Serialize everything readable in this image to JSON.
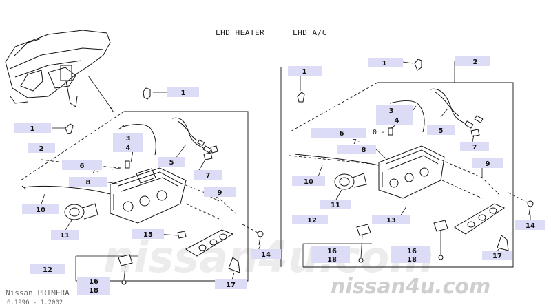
{
  "header": {
    "title_heater": "LHD HEATER",
    "title_ac": "LHD A/C"
  },
  "footer": {
    "model": "Nissan PRIMERA",
    "dates": "6.1996 - 1.2002"
  },
  "watermark": {
    "text": "nissan4u.com",
    "ghost_text": "nissan4u.com"
  },
  "colors": {
    "callout_fill": "#dcdcf6",
    "line": "#111111",
    "watermark_solid": "#cfcfcf",
    "watermark_ghost": "#ececec"
  },
  "heater": {
    "callouts": [
      {
        "id": "h1a",
        "num": "1"
      },
      {
        "id": "h1b",
        "num": "1"
      },
      {
        "id": "h2",
        "num": "2"
      },
      {
        "id": "h3",
        "num": "3"
      },
      {
        "id": "h4",
        "num": "4"
      },
      {
        "id": "h5",
        "num": "5"
      },
      {
        "id": "h6",
        "num": "6"
      },
      {
        "id": "h7",
        "num": "7"
      },
      {
        "id": "h8",
        "num": "8"
      },
      {
        "id": "h9",
        "num": "9"
      },
      {
        "id": "h10",
        "num": "10"
      },
      {
        "id": "h11",
        "num": "11"
      },
      {
        "id": "h12",
        "num": "12"
      },
      {
        "id": "h14",
        "num": "14"
      },
      {
        "id": "h15",
        "num": "15"
      },
      {
        "id": "h16",
        "num": "16"
      },
      {
        "id": "h18",
        "num": "18"
      },
      {
        "id": "h17",
        "num": "17"
      }
    ],
    "inline_notes": [
      {
        "id": "h-note7",
        "text": "7-"
      }
    ]
  },
  "ac": {
    "callouts": [
      {
        "id": "a1a",
        "num": "1"
      },
      {
        "id": "a1b",
        "num": "1"
      },
      {
        "id": "a2",
        "num": "2"
      },
      {
        "id": "a3",
        "num": "3"
      },
      {
        "id": "a4",
        "num": "4"
      },
      {
        "id": "a5",
        "num": "5"
      },
      {
        "id": "a6",
        "num": "6"
      },
      {
        "id": "a7",
        "num": "7"
      },
      {
        "id": "a8",
        "num": "8"
      },
      {
        "id": "a9",
        "num": "9"
      },
      {
        "id": "a10",
        "num": "10"
      },
      {
        "id": "a11",
        "num": "11"
      },
      {
        "id": "a12",
        "num": "12"
      },
      {
        "id": "a13",
        "num": "13"
      },
      {
        "id": "a14",
        "num": "14"
      },
      {
        "id": "a16",
        "num": "16"
      },
      {
        "id": "a18",
        "num": "18"
      },
      {
        "id": "a16b",
        "num": "16"
      },
      {
        "id": "a18b",
        "num": "18"
      },
      {
        "id": "a17",
        "num": "17"
      }
    ],
    "inline_notes": [
      {
        "id": "a-note0",
        "text": "0 -"
      },
      {
        "id": "a-note7",
        "text": "7-"
      }
    ]
  }
}
